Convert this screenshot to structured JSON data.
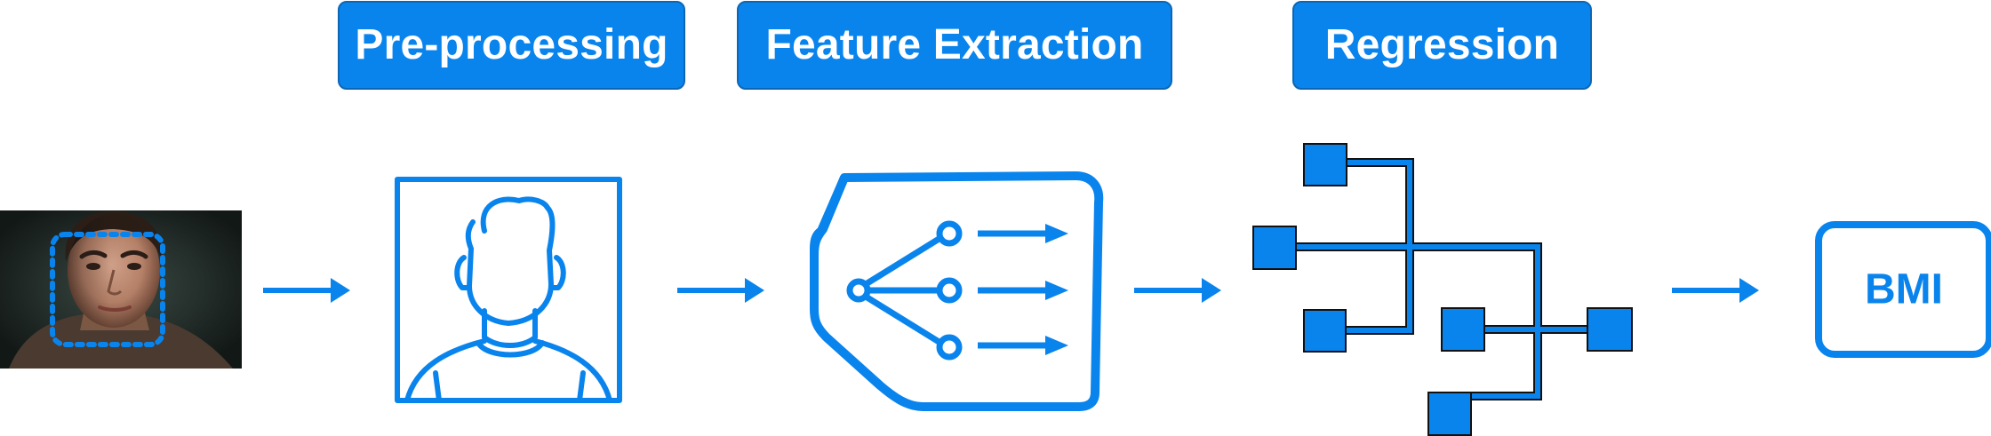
{
  "labels": {
    "preprocessing": "Pre-processing",
    "feature_extraction": "Feature Extraction",
    "regression": "Regression"
  },
  "output": {
    "bmi": "BMI"
  },
  "colors": {
    "accent": "#0A84ED",
    "accent_border": "#0B67B6",
    "background": "#FFFFFF"
  },
  "icons": {
    "face_photo": "face-photo-icon",
    "person": "person-portrait-icon",
    "feature": "feature-extraction-tag-icon",
    "regression": "regression-tree-icon",
    "arrow": "arrow-right-icon"
  }
}
